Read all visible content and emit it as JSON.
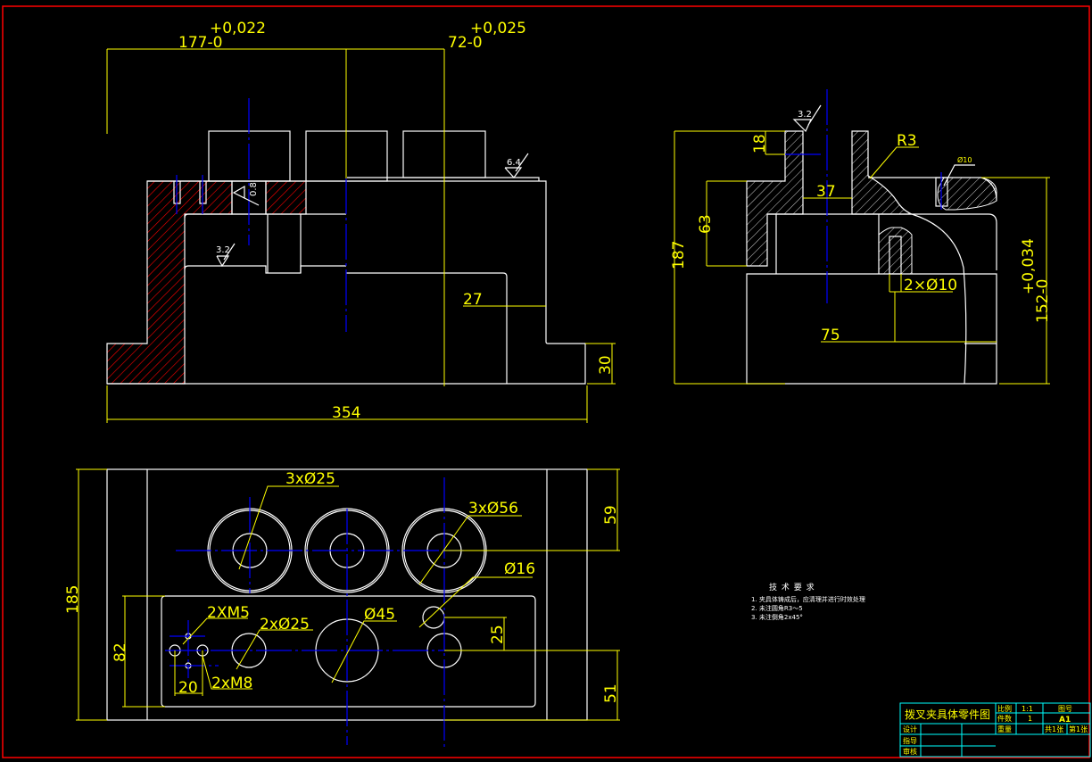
{
  "colors": {
    "background": "#000000",
    "frame": "#ff0000",
    "outline": "#ffffff",
    "dimension": "#ffff00",
    "centerline": "#0000ff",
    "hatch_front": "#ff0000",
    "title_grid": "#00ffff"
  },
  "front_view": {
    "tol_177": "+0,022",
    "dim_177": "177-0",
    "tol_72": "+0,025",
    "dim_72": "72-0",
    "dim_27": "27",
    "dim_30": "30",
    "dim_354": "354",
    "rough_64": "6.4",
    "rough_32": "3.2",
    "rough_08": "0.8"
  },
  "side_view": {
    "rough_32": "3.2",
    "dim_18": "18",
    "r3": "R3",
    "dim_37": "37",
    "dim_63": "63",
    "dim_187": "187",
    "phi10": "Ø10",
    "pins": "2×Ø10",
    "dim_75": "75",
    "tol_152": "+0,034",
    "dim_152": "152-0"
  },
  "top_view": {
    "holes_25": "3xØ25",
    "holes_56": "3xØ56",
    "phi16": "Ø16",
    "m5": "2XM5",
    "holes2_25": "2xØ25",
    "phi45": "Ø45",
    "m8": "2xM8",
    "dim_20": "20",
    "dim_82": "82",
    "dim_185": "185",
    "dim_59": "59",
    "dim_51": "51",
    "dim_25": "25"
  },
  "tech_requirements": {
    "title": "技 术 要 求",
    "items": [
      "1. 夹具体铸成后，应清理并进行时效处理",
      "2. 未注圆角R3～5",
      "3. 未注倒角2x45°"
    ]
  },
  "title_block": {
    "title": "拨叉夹具体零件图",
    "scale_label": "比例",
    "scale_value": "1:1",
    "drawing_no_label": "图号",
    "drawing_no_value": "A1",
    "qty_label": "件数",
    "qty_value": "1",
    "weight_label": "重量",
    "sheets_total": "共1张",
    "sheet_no": "第1张",
    "design_label": "设计",
    "guide_label": "指导",
    "review_label": "审核"
  }
}
